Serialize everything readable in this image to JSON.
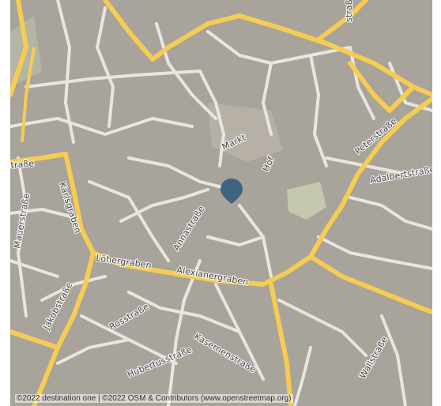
{
  "map": {
    "marker_color": "#3f6380",
    "colors": {
      "block": "#a8a39b",
      "street": "#e9e6e0",
      "major_road": "#f5cd52",
      "park": "#c5c8ad"
    },
    "street_labels": [
      "Markt",
      "Hof",
      "Peterstraße",
      "Adalbertstraße",
      "gstraße",
      "Karlsgraben",
      "Mauerstraße",
      "Annastraße",
      "Löhergraben",
      "Alexianergraben",
      "Jakobstraße",
      "Rosstraße",
      "Hubertusstraße",
      "Kasernenstraße",
      "Wallstraße",
      "straße"
    ],
    "attribution": "©2022 destination one | ©2022 OSM & Contributors (www.openstreetmap.org)"
  }
}
